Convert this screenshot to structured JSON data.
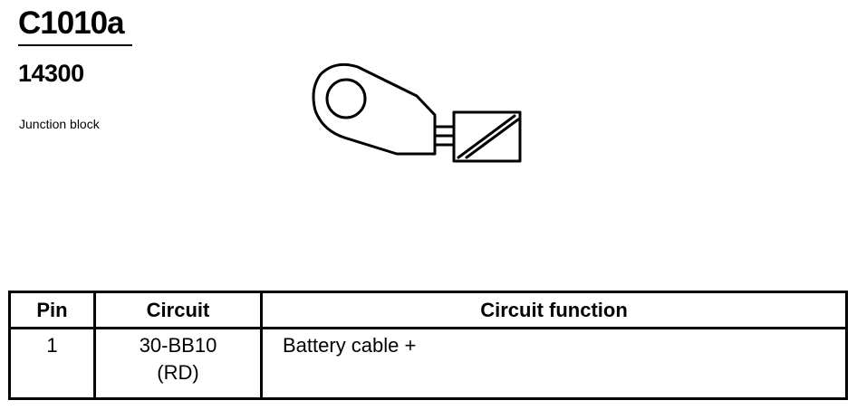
{
  "connector": {
    "id": "C1010a",
    "part_number": "14300",
    "description": "Junction block"
  },
  "table": {
    "headers": {
      "pin": "Pin",
      "circuit": "Circuit",
      "function": "Circuit function"
    },
    "rows": [
      {
        "pin": "1",
        "circuit_line1": "30-BB10",
        "circuit_line2": "(RD)",
        "function": "Battery cable +"
      }
    ]
  }
}
